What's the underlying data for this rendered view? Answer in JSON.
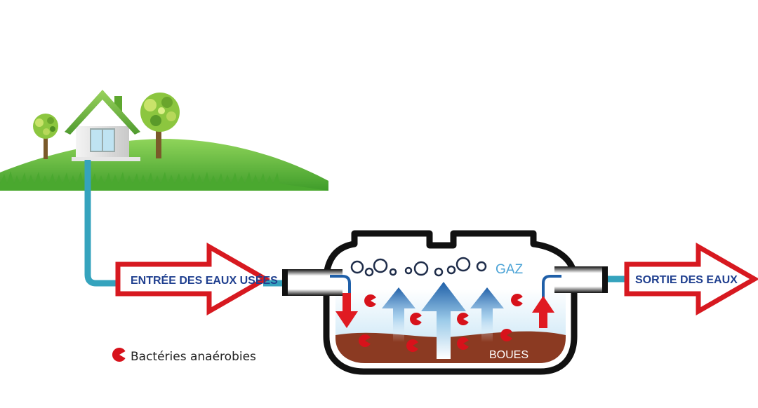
{
  "labels": {
    "inlet": "ENTRÉE DES EAUX USÉES",
    "outlet": "SORTIE DES EAUX",
    "gas": "GAZ",
    "sludge": "BOUES",
    "legend": "Bactéries anaérobies"
  },
  "colors": {
    "arrow_outline": "#d71920",
    "arrow_text": "#1f3f8f",
    "pipe": "#35a3bd",
    "grass": "#5fbf3a",
    "sludge": "#8b3a22",
    "water": "#cde9f7",
    "bacteria": "#d7121b",
    "flow_arrow": "#1f5fa8",
    "gas_label": "#4ba3d6"
  },
  "icons": {
    "bacteria": "pacman-shape",
    "gas_bubble": "circle-bubble",
    "house": "house-icon",
    "tree": "tree-icon"
  }
}
